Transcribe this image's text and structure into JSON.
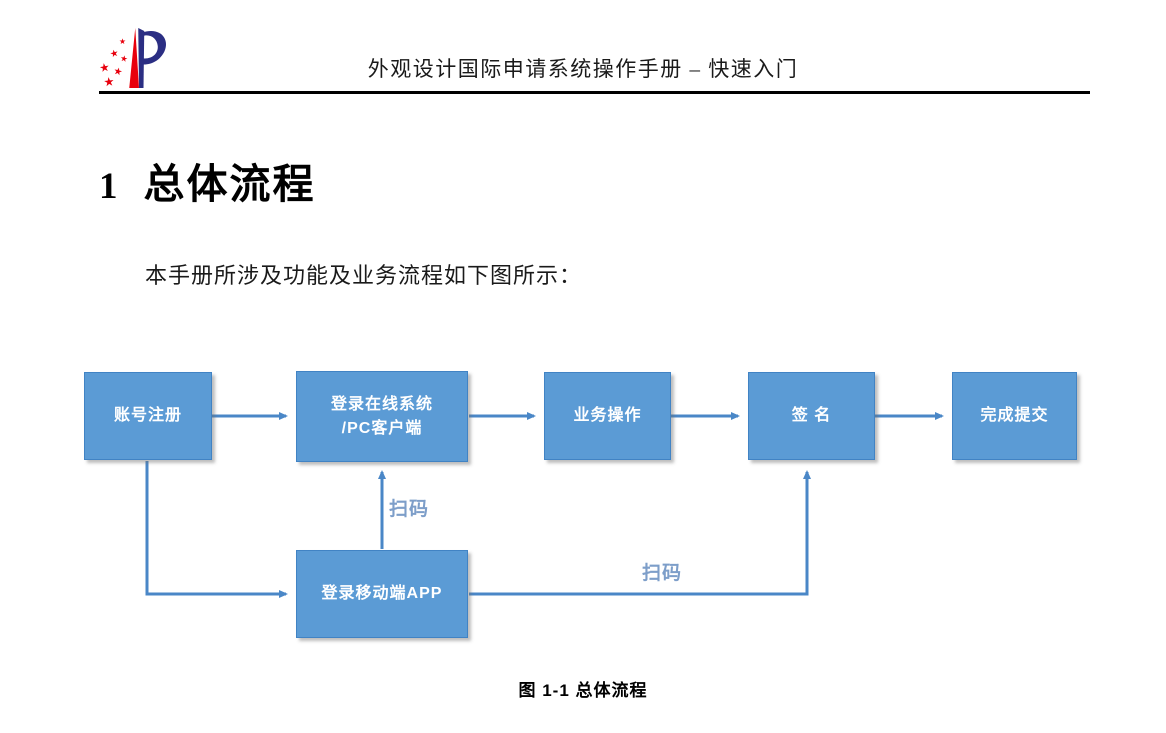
{
  "header": {
    "logo_icon": "cnipa-patent-logo",
    "title": "外观设计国际申请系统操作手册 – 快速入门"
  },
  "section": {
    "number": "1",
    "title": "总体流程"
  },
  "intro_text": "本手册所涉及功能及业务流程如下图所示：",
  "figure": {
    "caption": "图 1-1 总体流程",
    "colors": {
      "box_fill": "#5b9bd5",
      "box_border": "#4183c4",
      "arrow": "#4a87c7",
      "edge_label_text": "#7d9ec9",
      "logo_red": "#e8000d",
      "logo_blue": "#2b2e83"
    },
    "nodes": {
      "register": {
        "label": "账号注册"
      },
      "login_pc": {
        "line1": "登录在线系统",
        "line2": "/PC客户端"
      },
      "operate": {
        "label": "业务操作"
      },
      "sign": {
        "label": "签 名"
      },
      "submit": {
        "label": "完成提交"
      },
      "login_app": {
        "label": "登录移动端APP"
      }
    },
    "edge_labels": {
      "scan_to_pc": "扫码",
      "scan_to_sign": "扫码"
    }
  }
}
